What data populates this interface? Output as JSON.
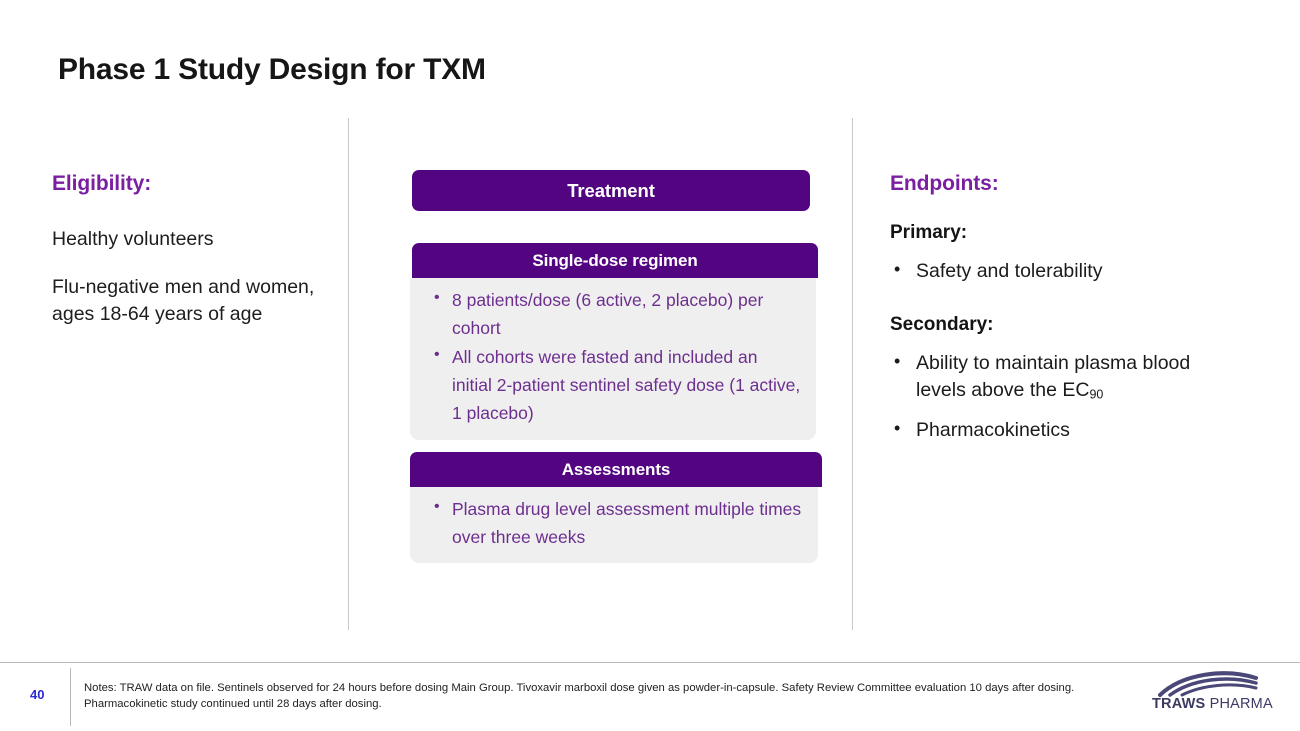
{
  "slide": {
    "title": "Phase 1 Study Design for TXM"
  },
  "eligibility": {
    "heading": "Eligibility:",
    "paragraphs": [
      "Healthy volunteers",
      "Flu-negative men and women, ages 18-64 years of age"
    ]
  },
  "treatment": {
    "banner": "Treatment",
    "groups": [
      {
        "header": "Single-dose regimen",
        "bullets": [
          "8 patients/dose (6 active, 2 placebo) per cohort",
          "All cohorts were fasted and included an initial 2-patient sentinel safety dose (1 active, 1 placebo)"
        ]
      },
      {
        "header": "Assessments",
        "bullets": [
          "Plasma drug level assessment multiple times over three weeks"
        ]
      }
    ]
  },
  "endpoints": {
    "heading": "Endpoints:",
    "primary_label": "Primary:",
    "primary_bullets": [
      "Safety and tolerability"
    ],
    "secondary_label": "Secondary:",
    "secondary_bullets": [
      {
        "text_before": "Ability to maintain plasma blood levels above the EC",
        "subscript": "90",
        "text_after": ""
      },
      {
        "text_before": "Pharmacokinetics",
        "subscript": "",
        "text_after": ""
      }
    ]
  },
  "footer": {
    "page_number": "40",
    "notes": "Notes: TRAW data on file. Sentinels observed for 24 hours before dosing Main Group. Tivoxavir marboxil dose given as powder-in-capsule. Safety Review Committee evaluation 10 days after dosing. Pharmacokinetic study continued until 28 days after dosing."
  },
  "logo": {
    "name_bold": "TRAWS",
    "name_light": " PHARMA"
  },
  "colors": {
    "purple_bar": "#530581",
    "purple_heading": "#7b1fa2",
    "purple_body_text": "#6d2f8e",
    "box_background": "#efeff0",
    "page_number": "#2a2ad0",
    "logo": "#3c3a64"
  }
}
